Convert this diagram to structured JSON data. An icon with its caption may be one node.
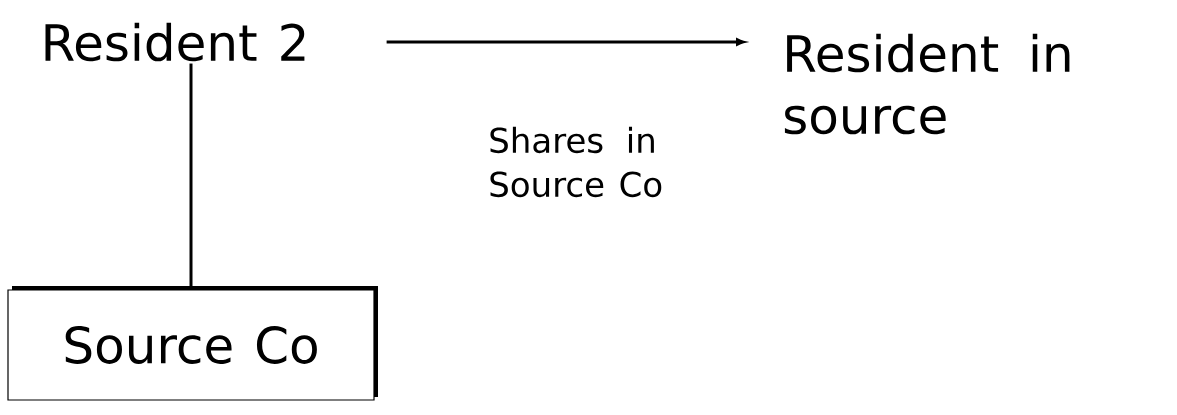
{
  "diagram": {
    "nodes": [
      {
        "text": [
          "Resident 2"
        ]
      },
      {
        "text": [
          "Resident in source"
        ]
      },
      {
        "text": [
          "Source Co"
        ]
      }
    ],
    "edges": [
      {
        "from": 0,
        "to": 1,
        "arrow": "to",
        "label": "Shares in Source Co"
      },
      {
        "from": 0,
        "to": 2,
        "arrow": "none"
      }
    ]
  }
}
